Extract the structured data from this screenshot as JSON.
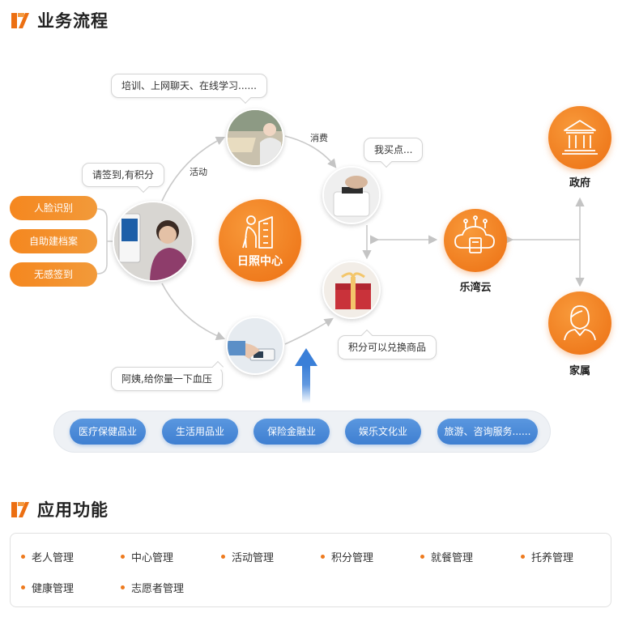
{
  "sections": {
    "process_title": "业务流程",
    "function_title": "应用功能"
  },
  "bubbles": {
    "activities": "培训、上网聊天、在线学习......",
    "checkin": "请签到,有积分",
    "buy": "我买点...",
    "blood_pressure": "阿姨,给你量一下血压",
    "redeem": "积分可以兑换商品"
  },
  "labels": {
    "activity": "活动",
    "consume": "消费"
  },
  "left_features": [
    "人脸识别",
    "自助建档案",
    "无感签到"
  ],
  "center": {
    "label": "日照中心"
  },
  "nodes": {
    "cloud": "乐湾云",
    "government": "政府",
    "family": "家属"
  },
  "industries": [
    "医疗保健品业",
    "生活用品业",
    "保险金融业",
    "娱乐文化业",
    "旅游、咨询服务......"
  ],
  "functions": [
    "老人管理",
    "中心管理",
    "活动管理",
    "积分管理",
    "就餐管理",
    "托养管理",
    "健康管理",
    "志愿者管理"
  ],
  "colors": {
    "accent_orange": "#ec6f12",
    "industry_blue": "#3f7fd1",
    "arrow_blue": "#3a7fd8",
    "connector_gray": "#c9c9c9"
  },
  "icons": {
    "section_logo": "orange-brand-mark",
    "center": "elderly-person-building-icon",
    "cloud": "cloud-server-icon",
    "government": "government-building-icon",
    "family": "family-member-icon"
  }
}
